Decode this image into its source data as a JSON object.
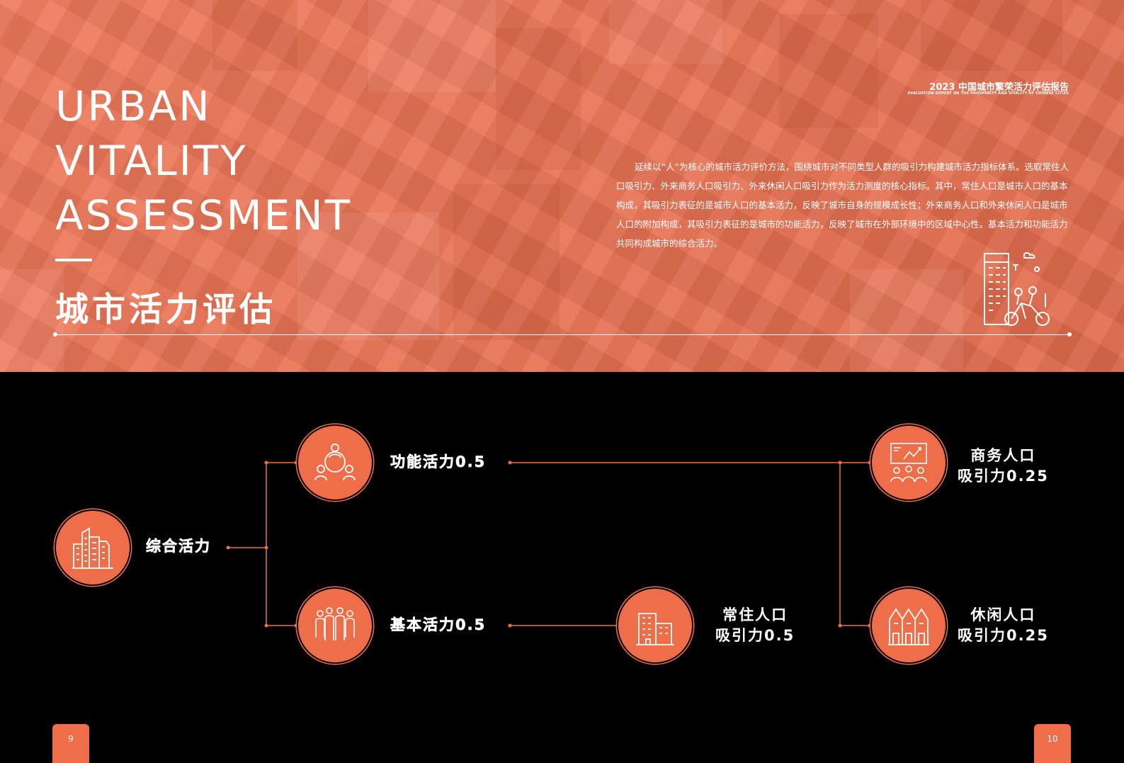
{
  "hero": {
    "title_en": [
      "URBAN",
      "VITALITY",
      "ASSESSMENT"
    ],
    "title_cn": "城市活力评估",
    "report_title_cn": "2023 中国城市繁荣活力评估报告",
    "report_title_en": "EVALUATION REPORT ON THE PROSPERITY AND VITALITY OF CHINESE CITIES",
    "description": "延续以“人”为核心的城市活力评价方法，围绕城市对不同类型人群的吸引力构建城市活力指标体系。选取常住人口吸引力、外来商务人口吸引力、外来休闲人口吸引力作为活力测度的核心指标。其中，常住人口是城市人口的基本构成，其吸引力表征的是城市人口的基本活力，反映了城市自身的规模成长性；外来商务人口和外来休闲人口是城市人口的附加构成，其吸引力表征的是城市的功能活力，反映了城市在外部环境中的区域中心性。基本活力和功能活力共同构成城市的综合活力。"
  },
  "diagram": {
    "root": "综合活力",
    "functional": "功能活力0.5",
    "basic": "基本活力0.5",
    "resident": [
      "常住人口",
      "吸引力0.5"
    ],
    "business": [
      "商务人口",
      "吸引力0.25"
    ],
    "leisure": [
      "休闲人口",
      "吸引力0.25"
    ]
  },
  "pages": {
    "left": "9",
    "right": "10"
  },
  "colors": {
    "accent": "#ee6e4a",
    "background": "#000000",
    "text": "#ffffff"
  }
}
